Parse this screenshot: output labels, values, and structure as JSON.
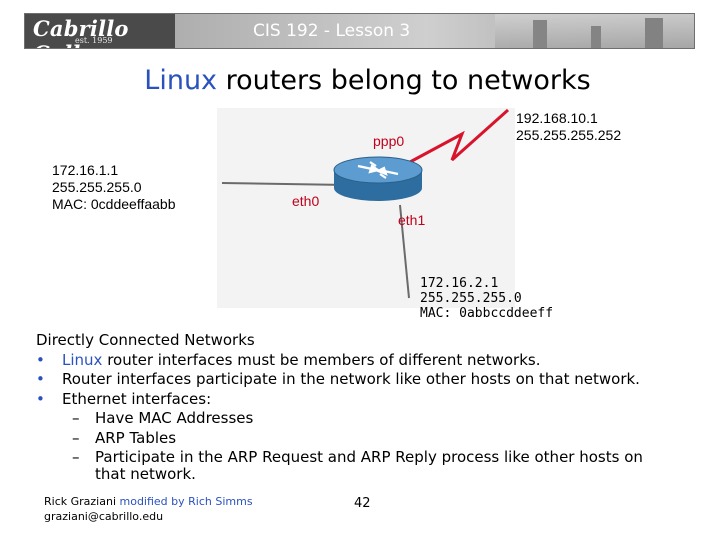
{
  "header": {
    "logo_text": "Cabrillo College",
    "logo_est": "est. 1959",
    "title": "CIS 192 - Lesson 3"
  },
  "slide": {
    "title_accent": "Linux",
    "title_rest": " routers belong to networks"
  },
  "diagram": {
    "left_host": {
      "ip": "172.16.1.1",
      "mask": "255.255.255.0",
      "mac": "MAC: 0cddeeffaabb"
    },
    "wan_host": {
      "ip": "192.168.10.1",
      "mask": "255.255.255.252"
    },
    "bottom_host": {
      "ip": "172.16.2.1",
      "mask": "255.255.255.0",
      "mac": "MAC: 0abbccddeeff"
    },
    "interfaces": {
      "ppp0": "ppp0",
      "eth0": "eth0",
      "eth1": "eth1"
    }
  },
  "content": {
    "heading": "Directly Connected Networks",
    "bullets": [
      {
        "accent": "Linux",
        "text": " router interfaces must be members of different networks."
      },
      {
        "text": "Router interfaces participate in the network like other hosts on that network."
      },
      {
        "text": "Ethernet interfaces:"
      }
    ],
    "sub_bullets": [
      "Have MAC Addresses",
      "ARP Tables",
      "Participate in the ARP Request and ARP Reply process like other hosts on",
      "that network."
    ]
  },
  "footer": {
    "author": "Rick Graziani",
    "modified": "modified by Rich Simms",
    "email": "graziani@cabrillo.edu",
    "page": "42"
  },
  "colors": {
    "accent_blue": "#2a52be",
    "label_red": "#c0001c",
    "router_blue": "#3f7fb4"
  }
}
